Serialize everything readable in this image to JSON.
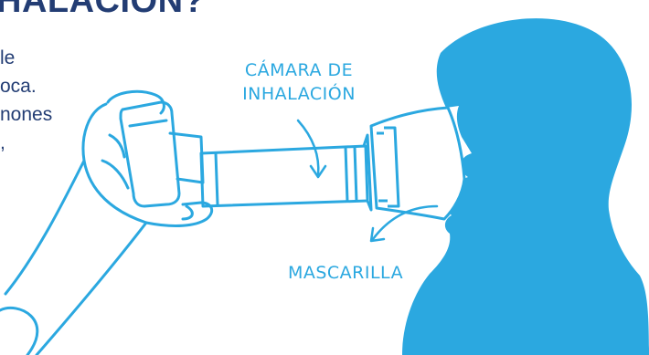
{
  "heading": "HALACIÓN?",
  "body_lines": [
    "le",
    "oca.",
    "nones",
    ","
  ],
  "labels": {
    "camara_line1": "CÁMARA DE",
    "camara_line2": "INHALACIÓN",
    "mascarilla": "MASCARILLA"
  },
  "colors": {
    "heading": "#233d74",
    "body_text": "#233d74",
    "accent": "#2ba8e0",
    "background": "#ffffff"
  }
}
